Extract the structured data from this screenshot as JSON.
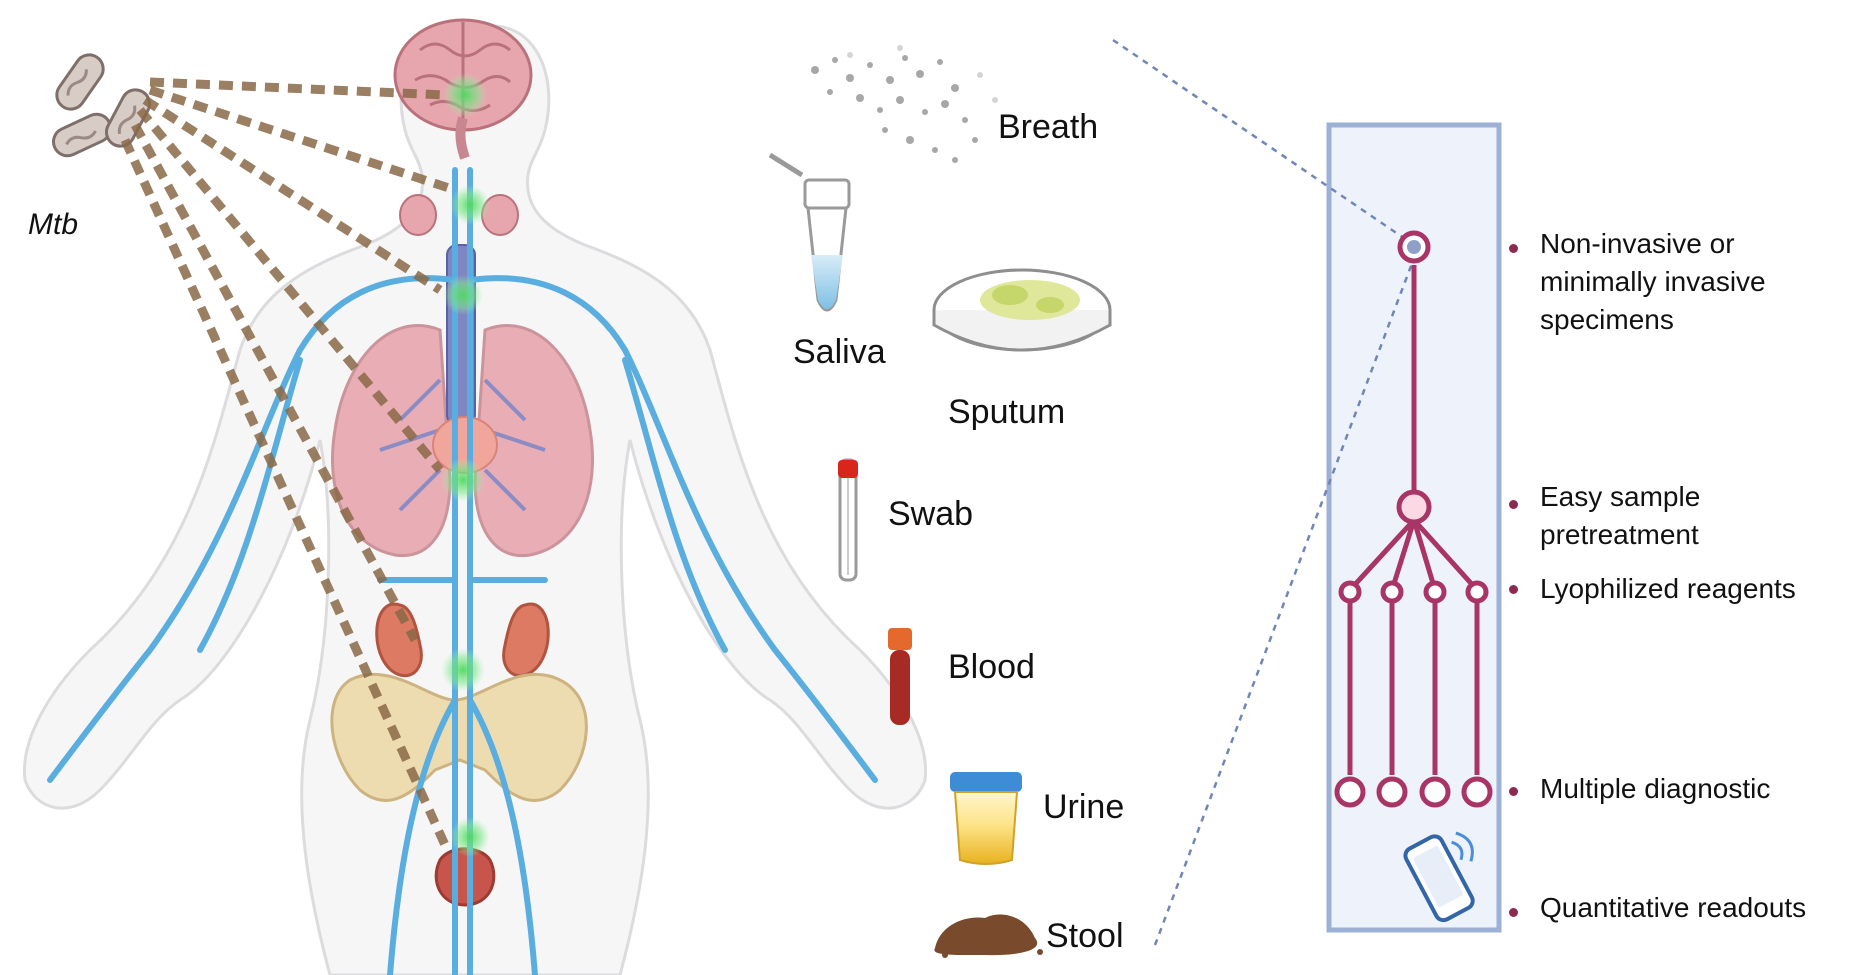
{
  "pathogen_label": "Mtb",
  "specimens": [
    {
      "name": "breath",
      "label": "Breath"
    },
    {
      "name": "saliva",
      "label": "Saliva"
    },
    {
      "name": "sputum",
      "label": "Sputum"
    },
    {
      "name": "swab",
      "label": "Swab"
    },
    {
      "name": "blood",
      "label": "Blood"
    },
    {
      "name": "urine",
      "label": "Urine"
    },
    {
      "name": "stool",
      "label": "Stool"
    }
  ],
  "device_features": [
    {
      "text": "Non-invasive or\nminimally invasive\nspecimens"
    },
    {
      "text": "Easy sample\npretreatment"
    },
    {
      "text": "Lyophilized reagents"
    },
    {
      "text": "Multiple diagnostic"
    },
    {
      "text": "Quantitative readouts"
    }
  ],
  "colors": {
    "vessel": "#5aaedf",
    "device_border": "#9db0d6",
    "device_fill": "#eef2fb",
    "channel": "#a83565",
    "bullet": "#8e2850",
    "infection_spot": "#5cd66a",
    "dash_line": "#8a6846",
    "connector": "#6f86b8"
  }
}
